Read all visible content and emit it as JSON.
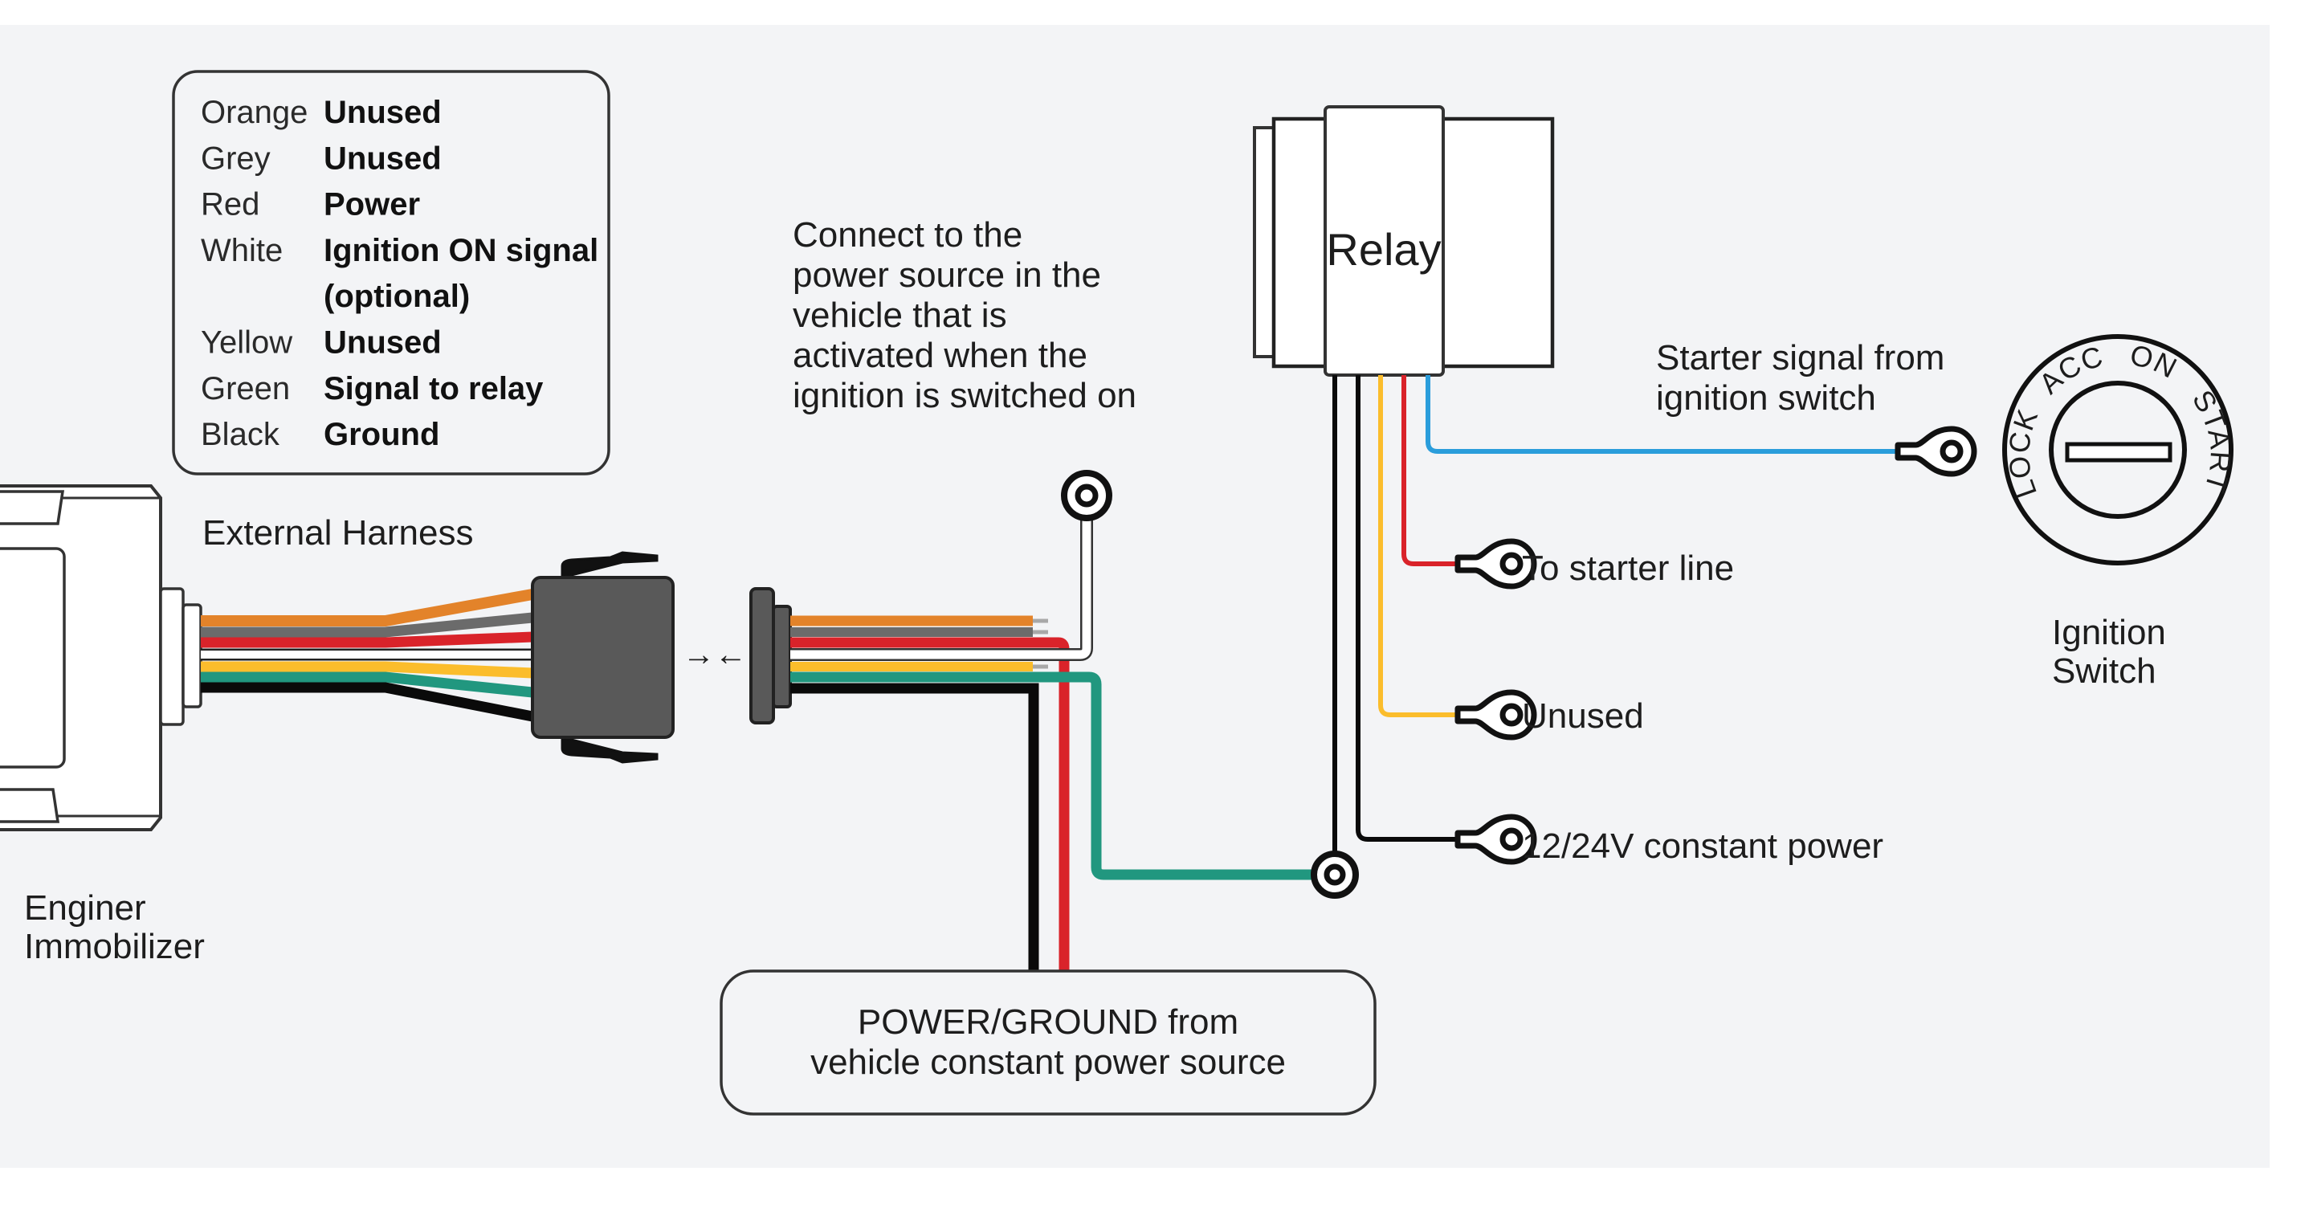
{
  "diagram": {
    "title": "Engine immobilizer wiring with external harness and starter relay",
    "background": "#f3f4f6"
  },
  "legend": {
    "rows": [
      {
        "color_name": "Orange",
        "function": "Unused",
        "hex": "#e3832a"
      },
      {
        "color_name": "Grey",
        "function": "Unused",
        "hex": "#6b6b6b"
      },
      {
        "color_name": "Red",
        "function": "Power",
        "hex": "#d9232a"
      },
      {
        "color_name": "White",
        "function": "Ignition ON signal",
        "function_line2": "(optional)",
        "hex": "#ffffff"
      },
      {
        "color_name": "Yellow",
        "function": "Unused",
        "hex": "#fbbd2c"
      },
      {
        "color_name": "Green",
        "function": "Signal to relay",
        "hex": "#21977f"
      },
      {
        "color_name": "Black",
        "function": "Ground",
        "hex": "#0a0a0a"
      }
    ]
  },
  "labels": {
    "external_harness": "External Harness",
    "immobilizer_line1": "Enginer",
    "immobilizer_line2": "Immobilizer",
    "connect_note": [
      "Connect to the",
      "power source in the",
      "vehicle that is",
      "activated when the",
      "ignition is switched on"
    ],
    "mate_arrows": "→←",
    "relay": "Relay",
    "starter_signal_line1": "Starter signal from",
    "starter_signal_line2": "ignition switch",
    "to_starter_line": "To starter line",
    "relay_unused": "Unused",
    "constant_power": "12/24V constant power",
    "ignition_switch_line1": "Ignition",
    "ignition_switch_line2": "Switch",
    "power_ground_line1": "POWER/GROUND from",
    "power_ground_line2": "vehicle constant power source"
  },
  "ignition_switch": {
    "positions": [
      "LOCK",
      "ACC",
      "ON",
      "START"
    ]
  },
  "relay_wires": [
    {
      "name": "black-ground",
      "hex": "#0a0a0a"
    },
    {
      "name": "black-constant-power",
      "hex": "#0a0a0a"
    },
    {
      "name": "yellow-unused",
      "hex": "#fbbd2c"
    },
    {
      "name": "red-to-starter",
      "hex": "#d9232a"
    },
    {
      "name": "blue-starter-signal",
      "hex": "#2a9ddb"
    }
  ],
  "colors": {
    "connector_body": "#595959",
    "outline": "#333333",
    "panel": "#f3f4f6"
  }
}
